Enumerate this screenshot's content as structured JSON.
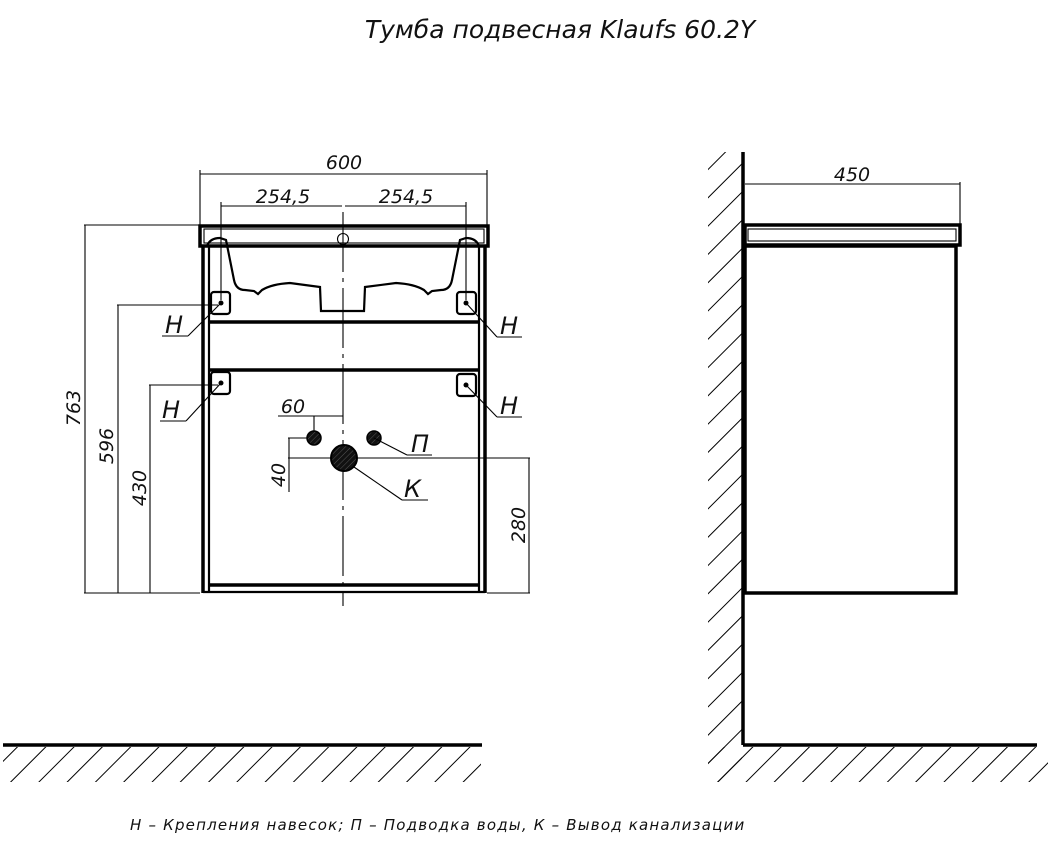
{
  "title": "Тумба подвесная Klaufs 60.2Y",
  "front_view": {
    "dimensions": {
      "overall_width": "600",
      "left_offset": "254,5",
      "right_offset": "254,5",
      "overall_height": "763",
      "upper_mount_height": "596",
      "lower_mount_height": "430",
      "water_offset_x": "60",
      "water_offset_y": "40",
      "drain_height": "280"
    },
    "labels": {
      "mount_tl": "Н",
      "mount_tr": "Н",
      "mount_bl": "Н",
      "mount_br": "Н",
      "water": "П",
      "drain": "К"
    }
  },
  "side_view": {
    "dimensions": {
      "depth": "450"
    }
  },
  "legend": "Н – Крепления навесок; П – Подводка воды, К – Вывод канализации",
  "colors": {
    "line": "#000000",
    "background": "#ffffff"
  }
}
